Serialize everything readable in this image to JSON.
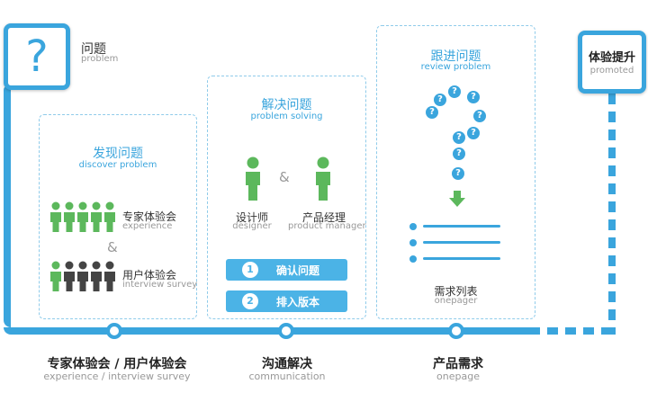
{
  "problem": {
    "cn": "问题",
    "en": "problem",
    "icon": "question-icon",
    "glyph": "?"
  },
  "promoted": {
    "cn": "体验提升",
    "en": "promoted"
  },
  "discover": {
    "title_cn": "发现问题",
    "title_en": "discover problem",
    "expert_cn": "专家体验会",
    "expert_en": "experience",
    "and": "&",
    "user_cn": "用户体验会",
    "user_en": "interview survey"
  },
  "solving": {
    "title_cn": "解决问题",
    "title_en": "problem solving",
    "and": "&",
    "designer_cn": "设计师",
    "designer_en": "designer",
    "pm_cn": "产品经理",
    "pm_en": "product manager",
    "steps": [
      {
        "num": "1",
        "label": "确认问题"
      },
      {
        "num": "2",
        "label": "排入版本"
      }
    ]
  },
  "review": {
    "title_cn": "跟进问题",
    "title_en": "review problem",
    "glyph": "?",
    "list_cn": "需求列表",
    "list_en": "onepager"
  },
  "timeline": [
    {
      "cn": "专家体验会 / 用户体验会",
      "en": "experience / interview survey"
    },
    {
      "cn": "沟通解决",
      "en": "communication"
    },
    {
      "cn": "产品需求",
      "en": "onepage"
    }
  ],
  "colors": {
    "accent": "#3aa5dd",
    "green": "#5cb85c",
    "dark": "#444444",
    "button": "#4bb3e6"
  }
}
